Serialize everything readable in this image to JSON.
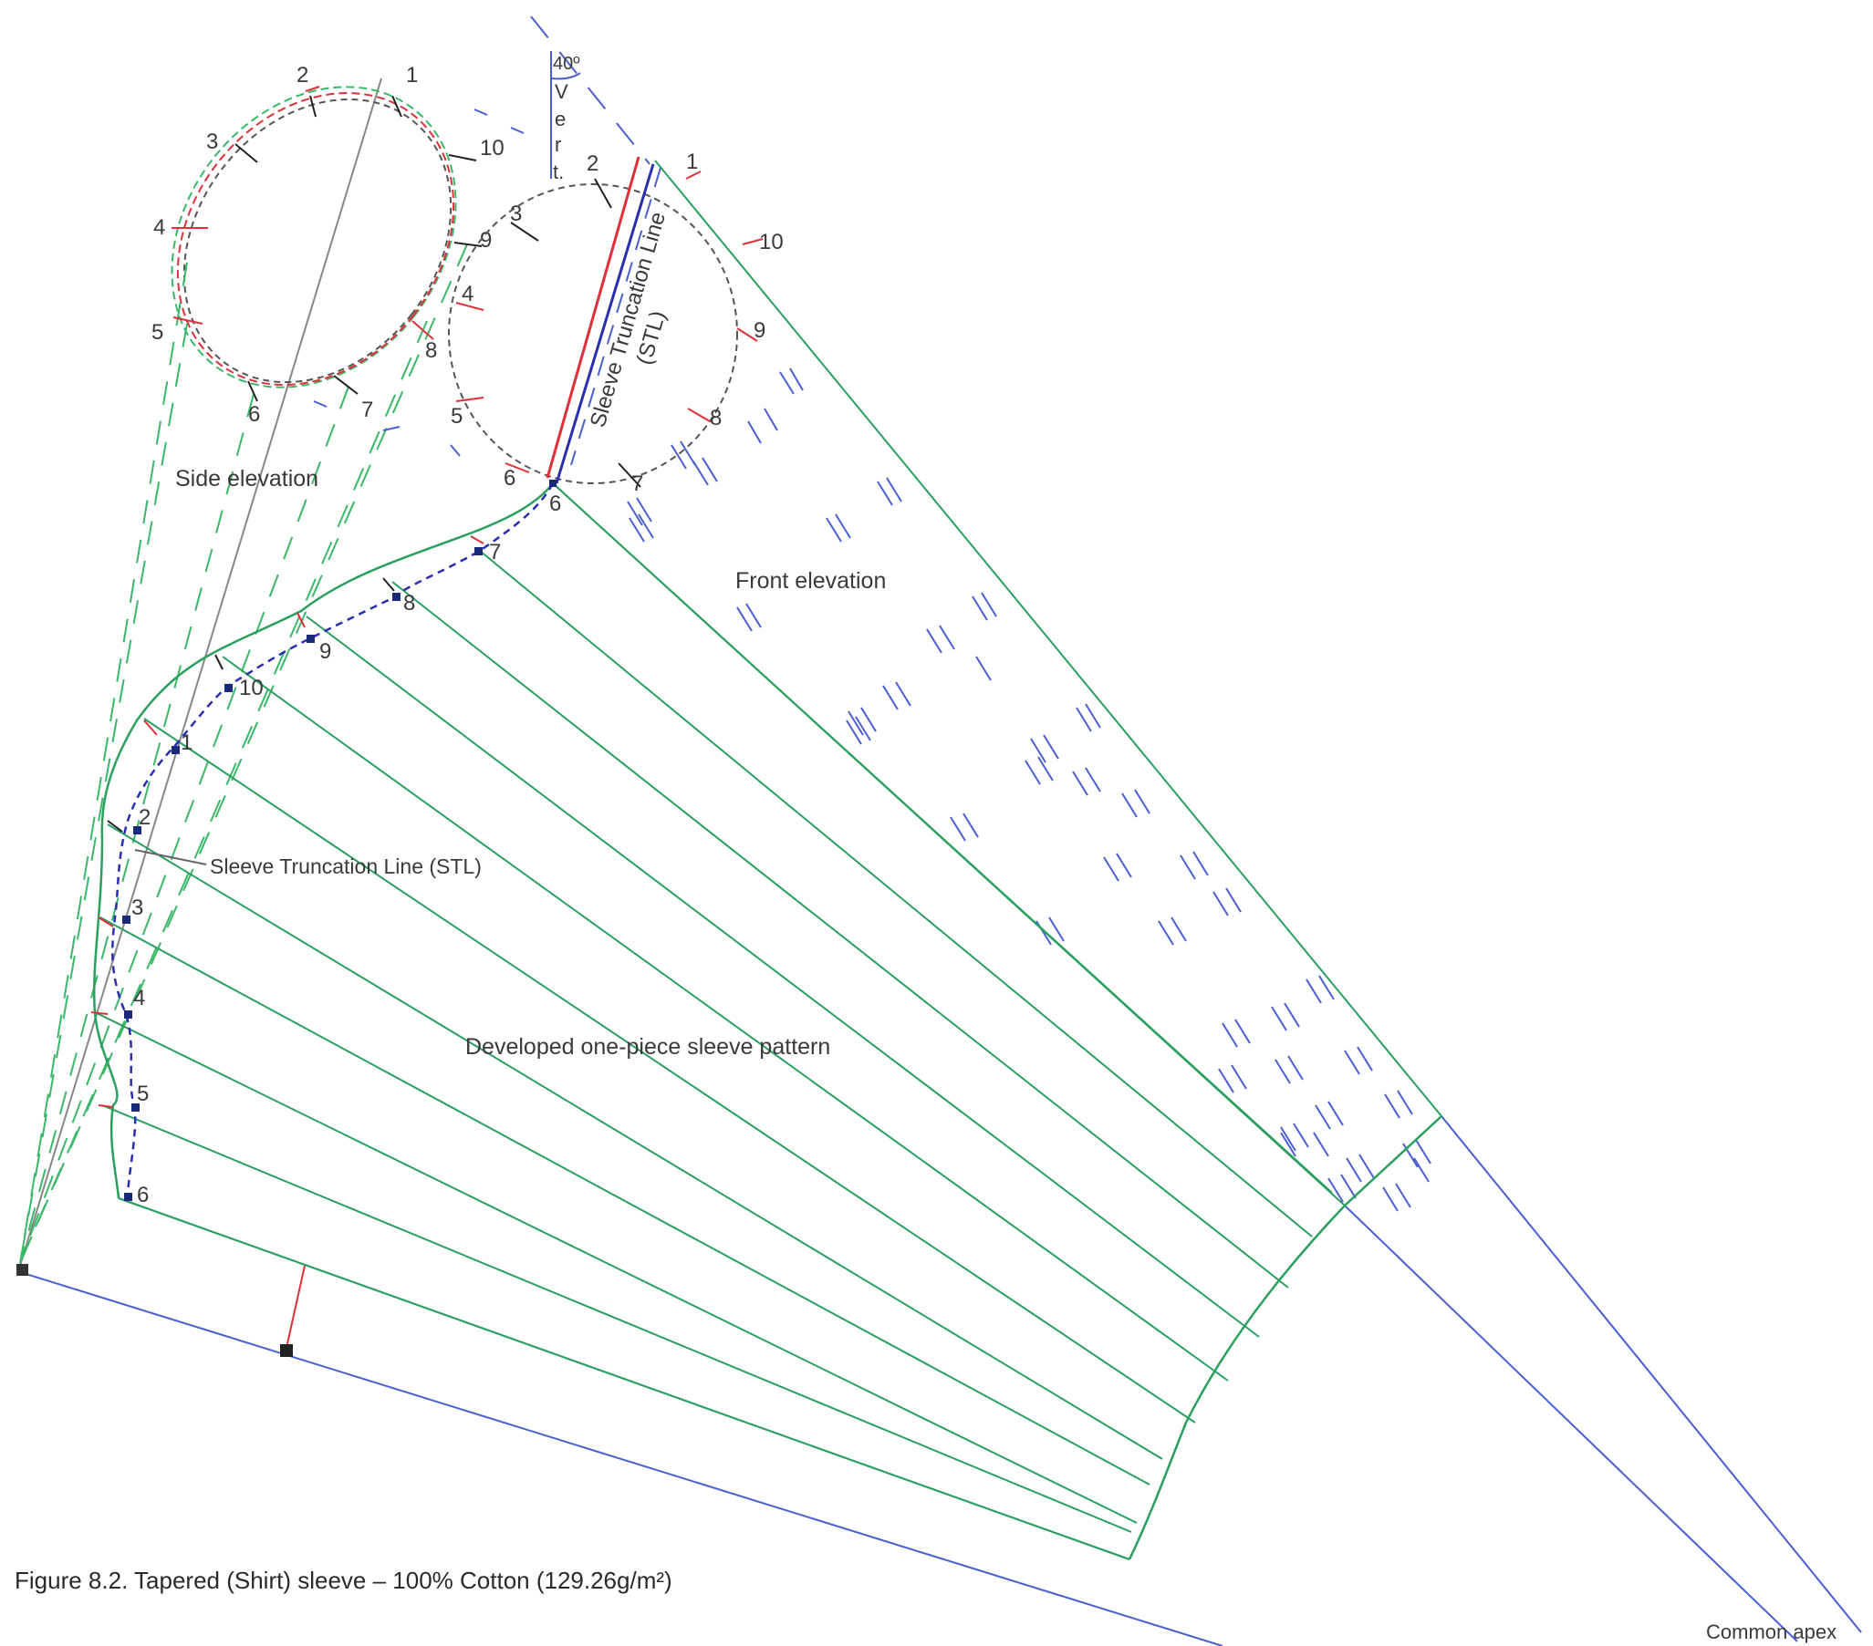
{
  "figure": {
    "caption": "Figure 8.2. Tapered (Shirt) sleeve – 100% Cotton (129.26g/m²)",
    "labels": {
      "side_elevation": "Side elevation",
      "front_elevation": "Front elevation",
      "developed_pattern": "Developed one-piece sleeve pattern",
      "stl_pattern": "Sleeve Truncation Line (STL)",
      "stl_front_line1": "Sleeve Truncation Line",
      "stl_front_line2": "(STL)",
      "common_apex": "Common apex",
      "angle": "40º",
      "vert": [
        "V",
        "e",
        "r",
        "t."
      ]
    },
    "side_points": [
      "1",
      "2",
      "3",
      "4",
      "5",
      "6",
      "7",
      "8",
      "9",
      "10"
    ],
    "front_points": [
      "1",
      "2",
      "3",
      "4",
      "5",
      "6",
      "7",
      "8",
      "9",
      "10"
    ],
    "pattern_points": [
      "7",
      "8",
      "9",
      "10",
      "1",
      "2",
      "3",
      "4",
      "5",
      "6"
    ],
    "pattern_apex_point": "6",
    "colors": {
      "pattern_outline": "#2aa060",
      "construction_green": "#3ab86a",
      "construction_blue": "#4a5fd0",
      "stl_blue": "#2a2fb0",
      "stl_red": "#e0303a",
      "point_marker": "#1a2a7a",
      "ellipse_dash": "#555555"
    }
  }
}
